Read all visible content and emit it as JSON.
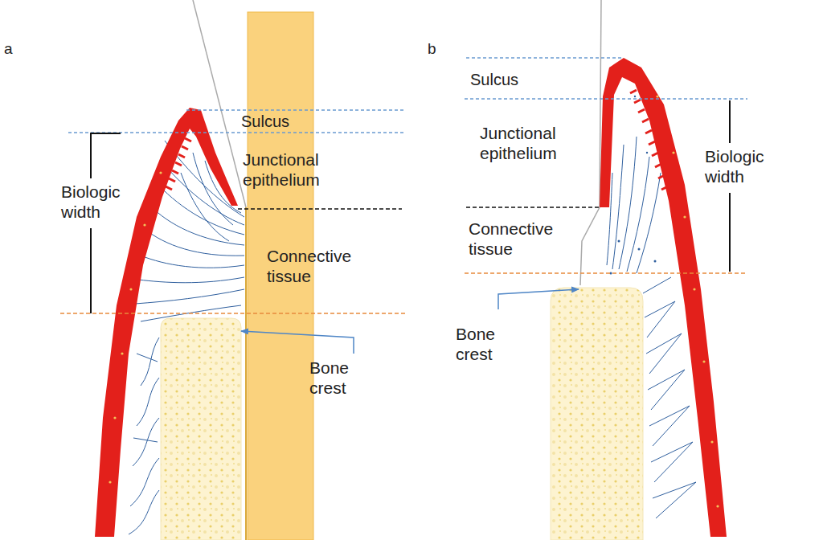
{
  "diagram": {
    "labels": [
      "a",
      "Sulcus",
      "Junctional epithelium",
      "Biologic width",
      "Connective tissue",
      "Bone crest",
      "b",
      "Sulcus",
      "Junctional epithelium",
      "Biologic width",
      "Connective tissue",
      "Bone crest"
    ]
  }
}
